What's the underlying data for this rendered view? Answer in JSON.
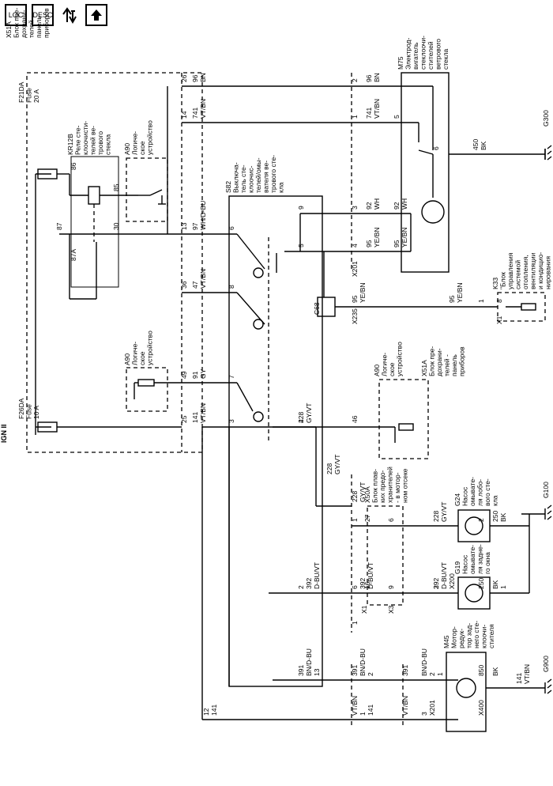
{
  "toolbar": {
    "loc_label": "LOC",
    "desc_label": "DESC",
    "swap_icon": "connector-swap-icon",
    "up_icon": "arrow-up-icon"
  },
  "ign": "IGN II",
  "x51a_top": "X51A\nБлок пре-\nдохрани-\nтелей -\nпанель\nприборов",
  "f21da": "F21DA\nFuse\n20 A",
  "f26da": "F26DA\nFuse\n10 A",
  "kr12b": "KR12B\nРеле сте-\nклоочисти-\nтелей ве-\nтрового\nстекла",
  "a90_1": "A90\nЛогиче-\nское\nустройство",
  "a90_2": "A90\nЛогиче-\nское\nустройство",
  "a90_3": "A90\nЛогиче-\nское\nустройство",
  "s82": "S82\nВыключа-\nтель сте-\nклоочис-\nтелей/омы-\nвателя ве-\nтрового сте-\nкла",
  "m75": "M75\nЭлектрод-\nвигатель\nстеклоочи-\nстителей\nветрового\nстекла",
  "g300": "G300",
  "k33": "K33\n\"Блок\nуправления\nсистемой\nотопления,\nвентиляции\nи кондицио-\nнирования\nвоздуха\"",
  "c68": "C68",
  "x51a_mid": "X51A\nБлок пре-\nдохрани-\nтелей -\nпанель\nприборов",
  "x50a": "X50A\nБлок плав-\nких предо-\nхранителей\n- в мотор-\nном отсеке",
  "g24": "G24\nНасос\nомывате-\nля лобо-\nвого сте-\nкла",
  "g19": "G19\nНасос\nомывате-\nля задне-\nго окна",
  "g100": "G100",
  "m45": "M45\nМотор-\nредук-\nтор зад-\nнего сте-\nклоочи-\nстителя",
  "g900": "G900",
  "wires": [
    {
      "t": "26"
    },
    {
      "t": "96"
    },
    {
      "t": "BN"
    },
    {
      "t": "14"
    },
    {
      "t": "741"
    },
    {
      "t": "VT/BN"
    },
    {
      "t": "13"
    },
    {
      "t": "97"
    },
    {
      "t": "WH/D-BU"
    },
    {
      "t": "36"
    },
    {
      "t": "47"
    },
    {
      "t": "VT/BN"
    },
    {
      "t": "49"
    },
    {
      "t": "91"
    },
    {
      "t": "GY"
    },
    {
      "t": "25"
    },
    {
      "t": "141"
    },
    {
      "t": "VT/BN"
    },
    {
      "t": "86"
    },
    {
      "t": "87"
    },
    {
      "t": "87A"
    },
    {
      "t": "85"
    },
    {
      "t": "30"
    },
    {
      "t": "6"
    },
    {
      "t": "8"
    },
    {
      "t": "7"
    },
    {
      "t": "3"
    },
    {
      "t": "9"
    },
    {
      "t": "5"
    },
    {
      "t": "4"
    },
    {
      "t": "2"
    },
    {
      "t": "1"
    },
    {
      "t": "3"
    },
    {
      "t": "4"
    },
    {
      "t": "96"
    },
    {
      "t": "BN"
    },
    {
      "t": "741"
    },
    {
      "t": "VT/BN"
    },
    {
      "t": "5"
    },
    {
      "t": "6"
    },
    {
      "t": "450"
    },
    {
      "t": "BK"
    },
    {
      "t": "92"
    },
    {
      "t": "WH"
    },
    {
      "t": "92"
    },
    {
      "t": "WH"
    },
    {
      "t": "95"
    },
    {
      "t": "YE/BN"
    },
    {
      "t": "95"
    },
    {
      "t": "YE/BN"
    },
    {
      "t": "X201"
    },
    {
      "t": "95"
    },
    {
      "t": "YE/BN"
    },
    {
      "t": "95"
    },
    {
      "t": "YE/BN"
    },
    {
      "t": "1"
    },
    {
      "t": "X235"
    },
    {
      "t": "8"
    },
    {
      "t": "X1"
    },
    {
      "t": "228"
    },
    {
      "t": "GY/VT"
    },
    {
      "t": "46"
    },
    {
      "t": "228"
    },
    {
      "t": "GY/VT"
    },
    {
      "t": "228"
    },
    {
      "t": "GY/VT"
    },
    {
      "t": "1"
    },
    {
      "t": "27"
    },
    {
      "t": "6"
    },
    {
      "t": "228"
    },
    {
      "t": "GY/VT"
    },
    {
      "t": "2"
    },
    {
      "t": "250"
    },
    {
      "t": "BK"
    },
    {
      "t": "2"
    },
    {
      "t": "392"
    },
    {
      "t": "D-BU/VT"
    },
    {
      "t": "6"
    },
    {
      "t": "392"
    },
    {
      "t": "D-BU/VT"
    },
    {
      "t": "16"
    },
    {
      "t": "X1"
    },
    {
      "t": "9"
    },
    {
      "t": "X3"
    },
    {
      "t": "392"
    },
    {
      "t": "D-BU/VT"
    },
    {
      "t": "X200"
    },
    {
      "t": "1"
    },
    {
      "t": "2"
    },
    {
      "t": "250"
    },
    {
      "t": "BK"
    },
    {
      "t": "1"
    },
    {
      "t": "391"
    },
    {
      "t": "BN/D-BU"
    },
    {
      "t": "13"
    },
    {
      "t": "391"
    },
    {
      "t": "BN/D-BU"
    },
    {
      "t": "2"
    },
    {
      "t": "391"
    },
    {
      "t": "BN/D-BU"
    },
    {
      "t": "2"
    },
    {
      "t": "1"
    },
    {
      "t": "850"
    },
    {
      "t": "BK"
    },
    {
      "t": "141"
    },
    {
      "t": "VT/BN"
    },
    {
      "t": "12"
    },
    {
      "t": "141"
    },
    {
      "t": "VT/BN"
    },
    {
      "t": "1"
    },
    {
      "t": "141"
    },
    {
      "t": "VT/BN"
    },
    {
      "t": "3"
    },
    {
      "t": "X201"
    },
    {
      "t": "X400"
    }
  ]
}
